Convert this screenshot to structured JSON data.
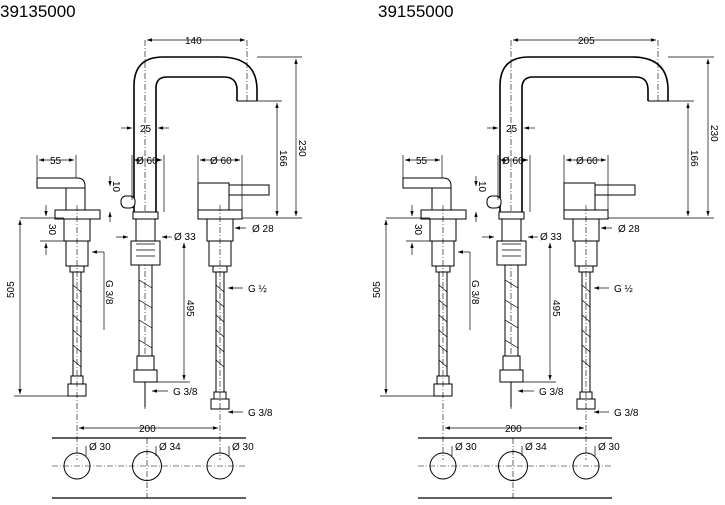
{
  "products": [
    {
      "model": "39135000",
      "dims": {
        "spout_reach": "140",
        "spout_diameter": "25",
        "height_total": "230",
        "height_spout": "166",
        "body_dia_left": "Ø 60",
        "body_dia_right": "Ø 60",
        "handle_length": "55",
        "handle_thickness": "10",
        "rosette_height": "30",
        "shank_dia_33": "Ø 33",
        "shank_dia_28": "Ø 28",
        "shank_length_505": "505",
        "shank_length_495": "495",
        "thread_g38_left": "G 3/8",
        "thread_g12": "G ½",
        "thread_g38_center": "G 3/8",
        "thread_g38_right": "G 3/8",
        "spread": "200",
        "hole_left": "Ø 30",
        "hole_center": "Ø 34",
        "hole_right": "Ø 30"
      }
    },
    {
      "model": "39155000",
      "dims": {
        "spout_reach": "205",
        "spout_diameter": "25",
        "height_total": "230",
        "height_spout": "166",
        "body_dia_left": "Ø 60",
        "body_dia_right": "Ø 60",
        "handle_length": "55",
        "handle_thickness": "10",
        "rosette_height": "30",
        "shank_dia_33": "Ø 33",
        "shank_dia_28": "Ø 28",
        "shank_length_505": "505",
        "shank_length_495": "495",
        "thread_g38_left": "G 3/8",
        "thread_g12": "G ½",
        "thread_g38_center": "G 3/8",
        "thread_g38_right": "G 3/8",
        "spread": "200",
        "hole_left": "Ø 30",
        "hole_center": "Ø 34",
        "hole_right": "Ø 30"
      }
    }
  ]
}
